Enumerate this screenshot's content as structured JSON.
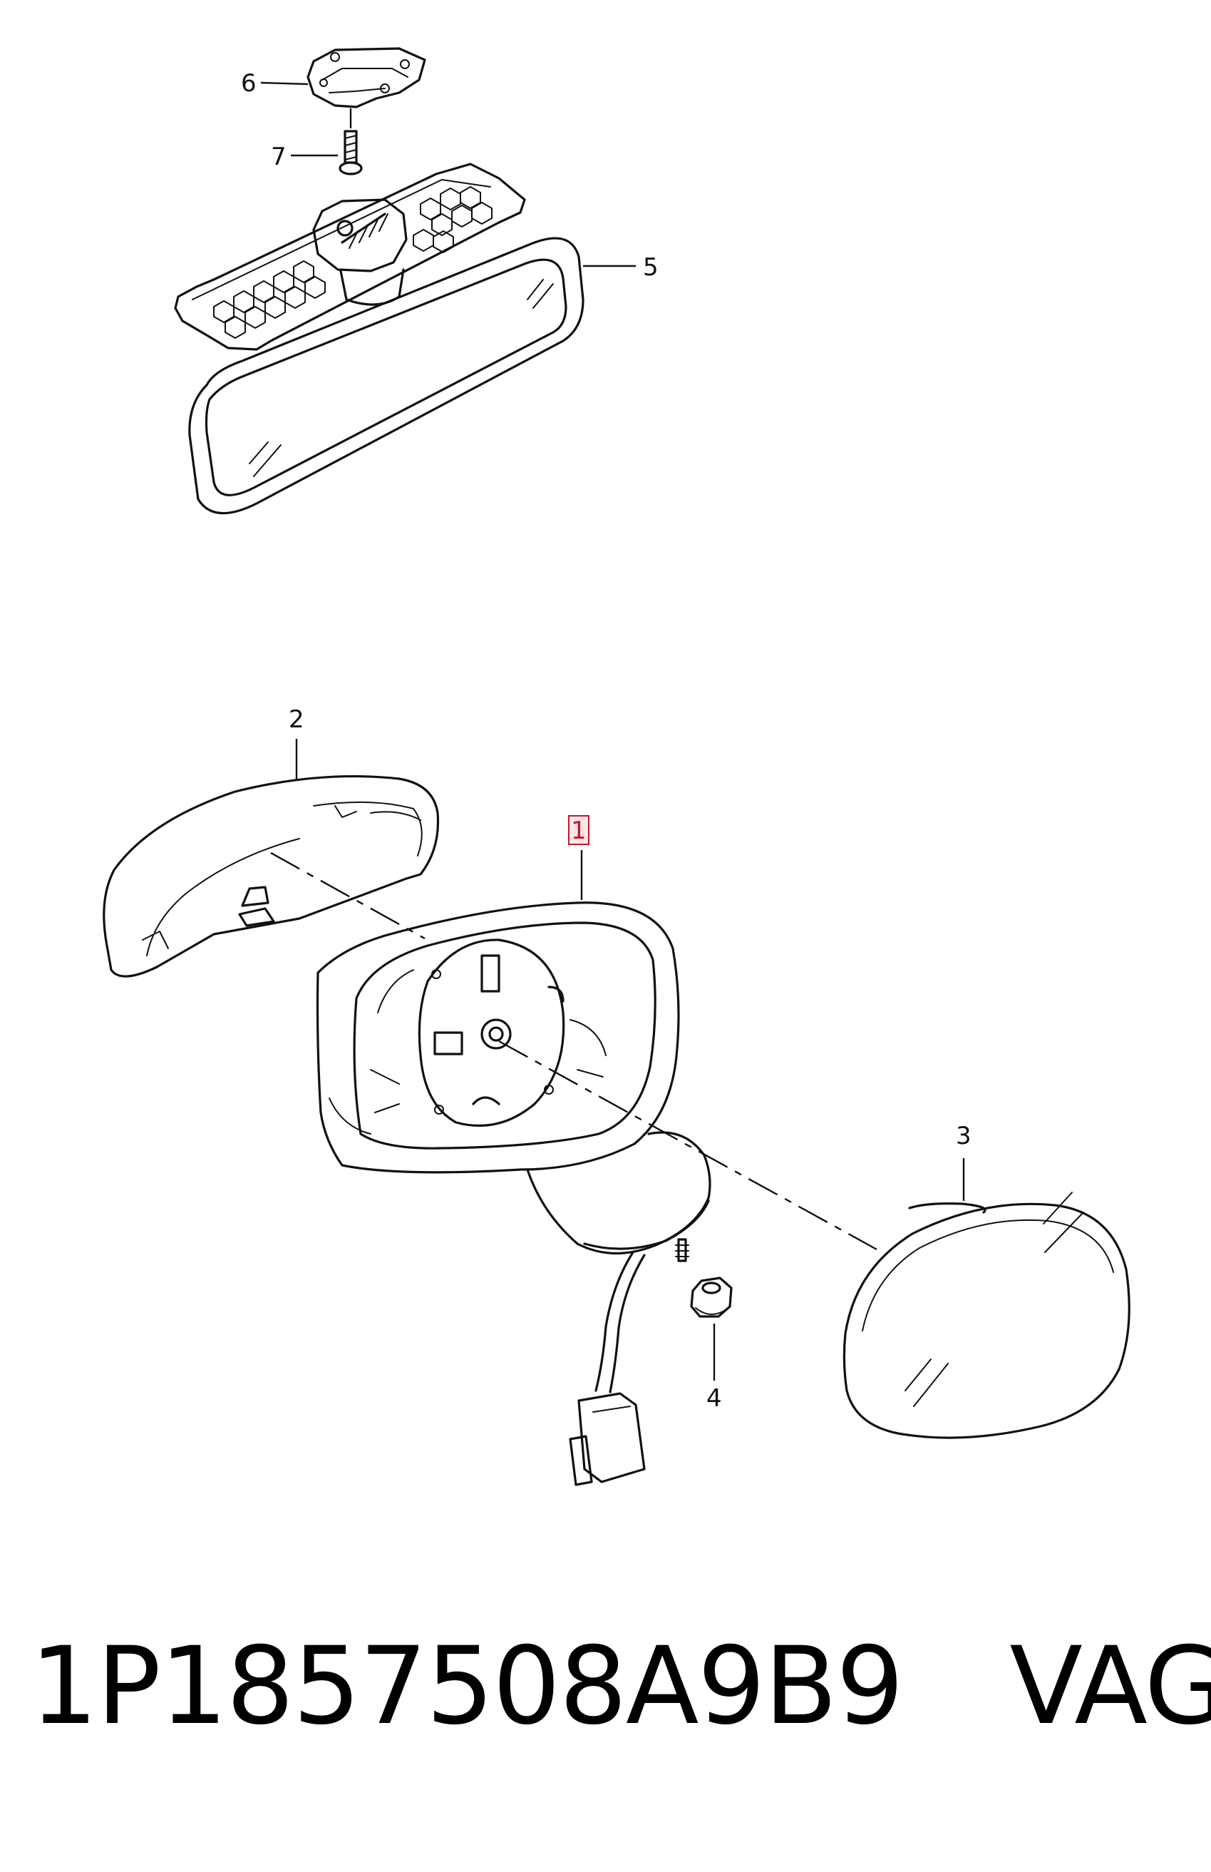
{
  "callouts": {
    "c1": "1",
    "c2": "2",
    "c3": "3",
    "c4": "4",
    "c5": "5",
    "c6": "6",
    "c7": "7"
  },
  "highlight_color": "#c0182a",
  "caption": {
    "part_number": "1P1857508A9B9",
    "brand": "VAG"
  }
}
